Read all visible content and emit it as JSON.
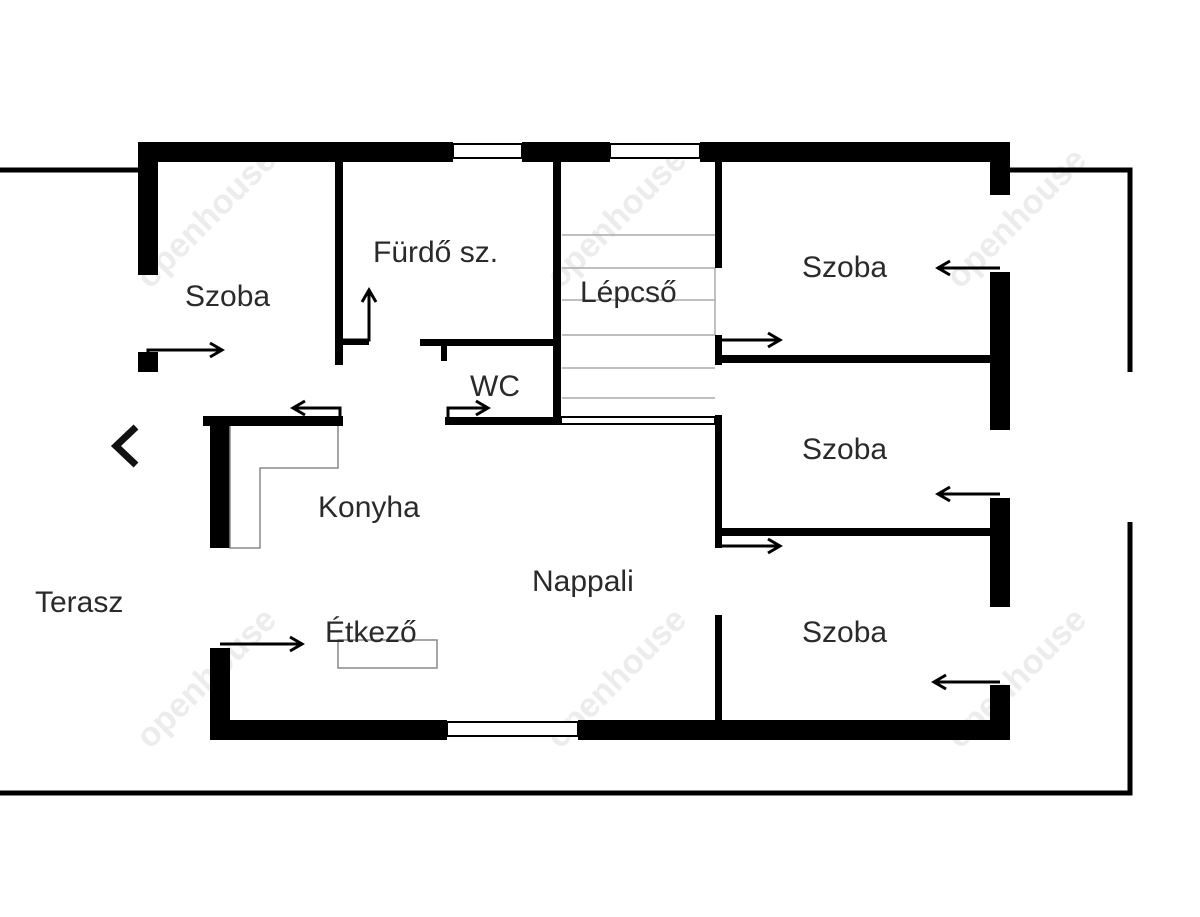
{
  "rooms": {
    "szoba_1": "Szoba",
    "furdo": "Fürdő sz.",
    "lepcso": "Lépcső",
    "wc": "WC",
    "szoba_2": "Szoba",
    "szoba_3": "Szoba",
    "szoba_4": "Szoba",
    "konyha": "Konyha",
    "nappali": "Nappali",
    "etkezo": "Étkező",
    "terasz": "Terasz"
  },
  "watermark": "openhouse",
  "navigation": {
    "previous_icon": "chevron-left-icon"
  },
  "colors": {
    "wall": "#000000",
    "text": "#2a2a2a",
    "background": "#ffffff"
  }
}
